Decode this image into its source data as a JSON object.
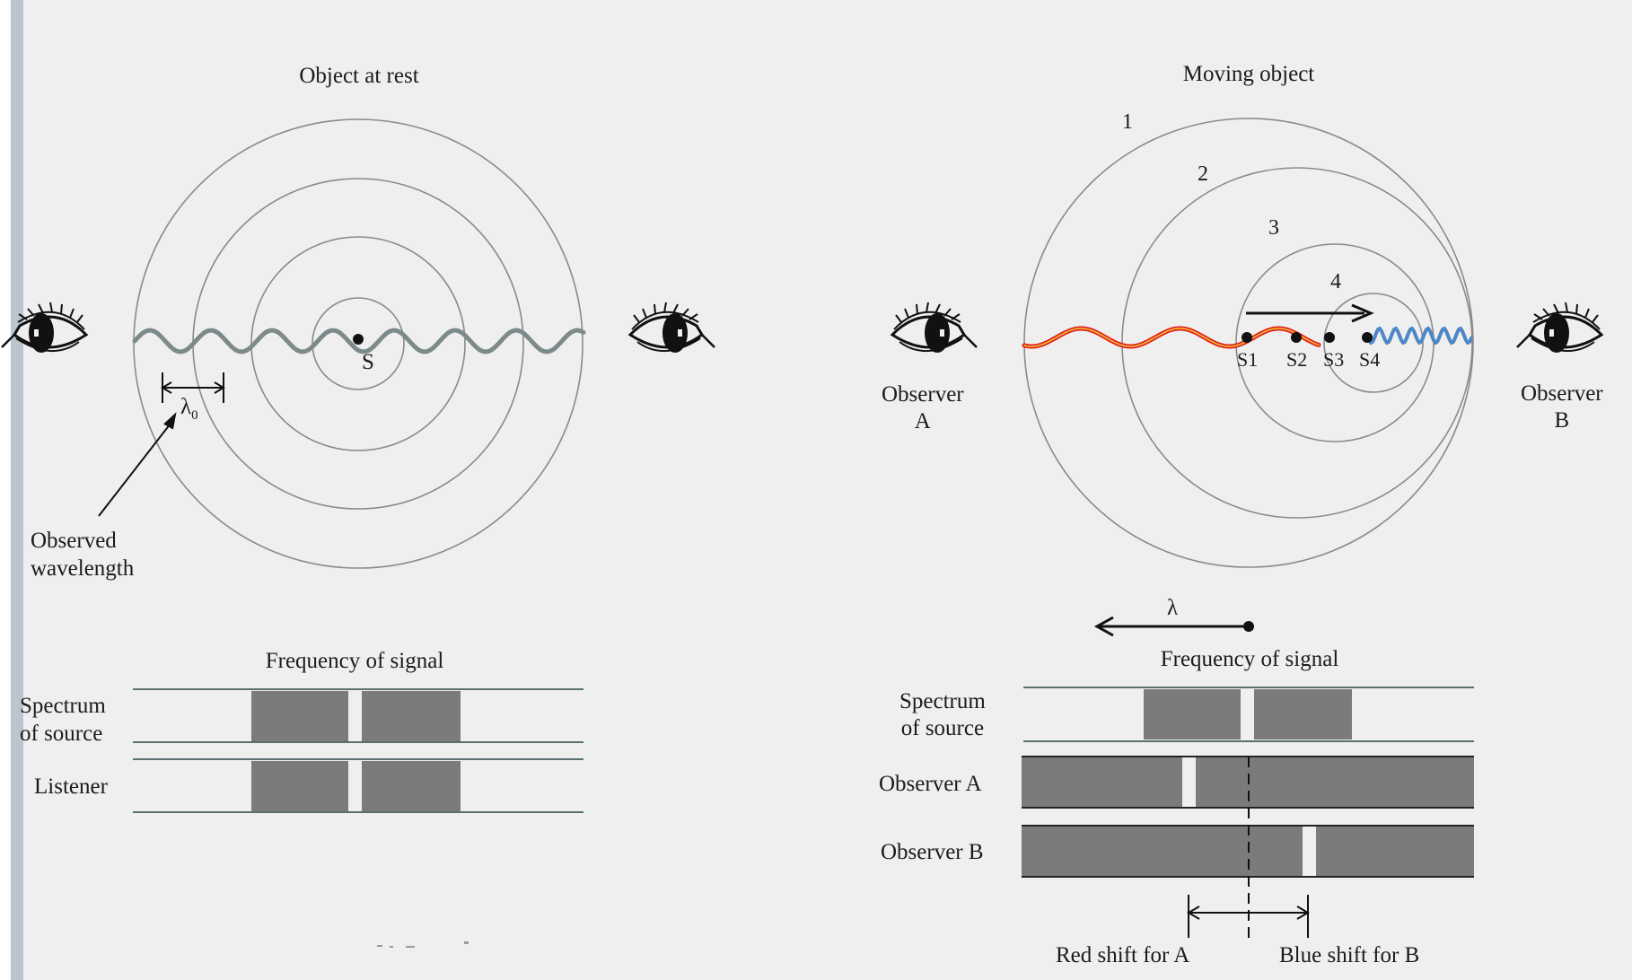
{
  "left_panel": {
    "title": "Object at rest",
    "source_label": "S",
    "lambda_label": "λ0",
    "lambda_symbol": "λ",
    "lambda_subscript": "0",
    "observed_label": "Observed\nwavelength",
    "frequency_title": "Frequency of signal",
    "row_labels": [
      "Spectrum\nof source",
      "Listener"
    ]
  },
  "right_panel": {
    "title": "Moving object",
    "circle_numbers": [
      "1",
      "2",
      "3",
      "4"
    ],
    "source_positions": [
      "S1",
      "S2",
      "S3",
      "S4"
    ],
    "observer_a": "Observer\nA",
    "observer_b": "Observer\nB",
    "lambda_label": "λ",
    "frequency_title": "Frequency of signal",
    "row_labels": [
      "Spectrum\nof source",
      "Observer A",
      "Observer B"
    ],
    "red_shift_label": "Red shift for A",
    "blue_shift_label": "Blue shift for B"
  },
  "colors": {
    "background": "#efefef",
    "ink": "#1b1b1b",
    "circle": "#8a8a8a",
    "rest_wave": "#7d8a8a",
    "red_wave": "#e02020",
    "red_wave_core": "#f3c332",
    "blue_wave": "#4f86c6",
    "band": "#7b7b7b",
    "line": "#5a7070"
  },
  "icons": [
    "eye-icon",
    "arrow-icon"
  ]
}
